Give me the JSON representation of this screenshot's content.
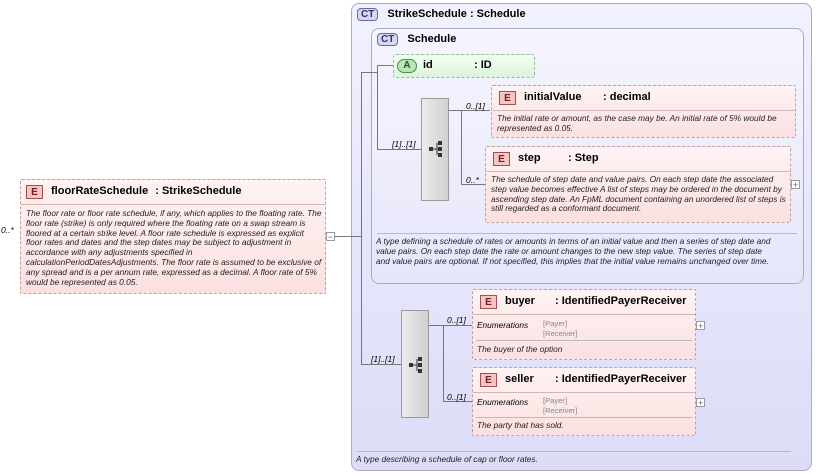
{
  "root": {
    "badge": "E",
    "name": "floorRateSchedule",
    "type": ": StrikeSchedule",
    "cardinality": "0..*",
    "description": "The floor rate or floor rate schedule, if any, which applies to the floating rate. The floor rate (strike) is only required where the floating rate on a swap stream is floored at a certain strike level. A floor rate schedule is expressed as explicit floor rates and dates and the step dates may be subject to adjustment in accordance with any adjustments specified in calculationPeriodDatesAdjustments. The floor rate is assumed to be exclusive of any spread and is a per annum rate, expressed as a decimal. A floor rate of 5% would be represented as 0.05."
  },
  "outer_type": {
    "badge": "CT",
    "title": "StrikeSchedule : Schedule",
    "description": "A type describing a schedule of cap or floor rates."
  },
  "inner_type": {
    "badge": "CT",
    "title": "Schedule",
    "description": "A type defining a schedule of rates or amounts in terms of an initial value and then a series of step date and value pairs. On each step date the rate or amount changes to the new step value. The series of step date and value pairs are optional. If not specified, this implies that the initial value remains unchanged over time."
  },
  "attribute": {
    "badge": "A",
    "name": "id",
    "type": ": ID"
  },
  "sequences": [
    {
      "cardinality": "[1]..[1]"
    },
    {
      "cardinality": "[1]..[1]"
    }
  ],
  "elements": {
    "initialValue": {
      "badge": "E",
      "name": "initialValue",
      "type": ": decimal",
      "cardinality": "0..[1]",
      "description": "The initial rate or amount, as the case may be. An initial rate of 5% would be represented as 0.05."
    },
    "step": {
      "badge": "E",
      "name": "step",
      "type": ": Step",
      "cardinality": "0..*",
      "description": "The schedule of step date and value pairs. On each step date the associated step value becomes effective A list of steps may be ordered in the document by ascending step date. An FpML document containing an unordered list of steps is still regarded as a conformant document."
    },
    "buyer": {
      "badge": "E",
      "name": "buyer",
      "type": ": IdentifiedPayerReceiver",
      "cardinality": "0..[1]",
      "enum_label": "Enumerations",
      "enums": [
        "[Payer]",
        "[Receiver]"
      ],
      "description": "The buyer of the option"
    },
    "seller": {
      "badge": "E",
      "name": "seller",
      "type": ": IdentifiedPayerReceiver",
      "cardinality": "0..[1]",
      "enum_label": "Enumerations",
      "enums": [
        "[Payer]",
        "[Receiver]"
      ],
      "description": "The party that has sold."
    }
  },
  "expander": {
    "plus": "+",
    "minus": "−"
  }
}
